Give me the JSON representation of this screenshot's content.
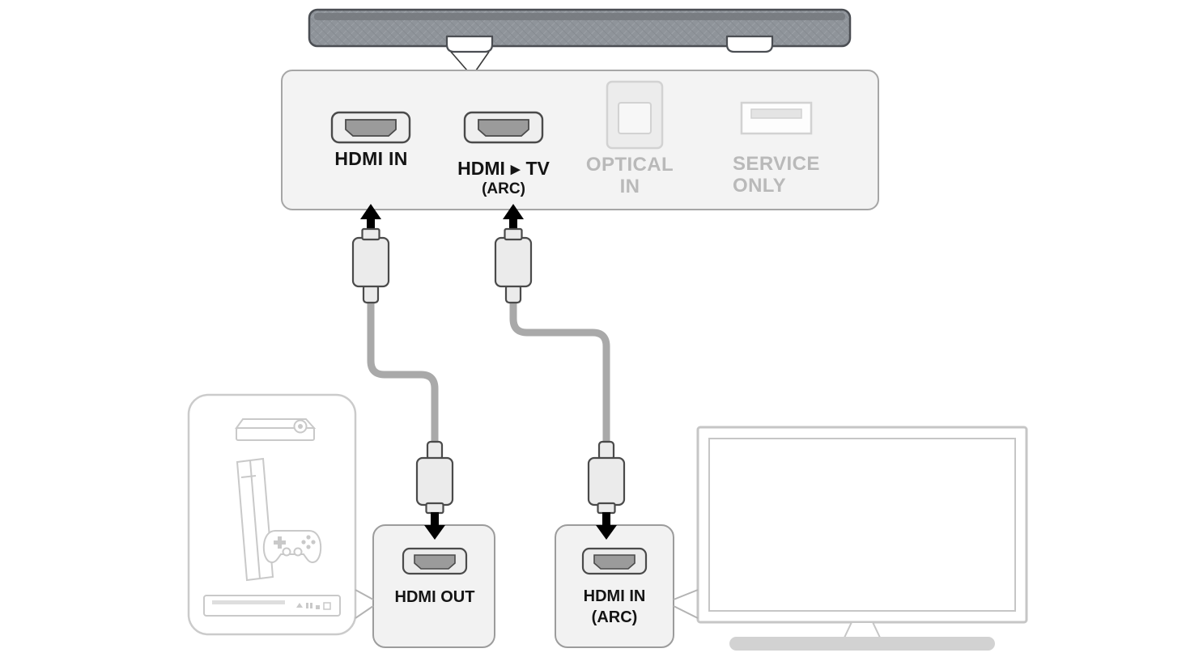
{
  "rear_panel": {
    "ports": {
      "hdmi_in": {
        "label": "HDMI IN"
      },
      "hdmi_tv_arc": {
        "label_left": "HDMI",
        "arrow_glyph": "▶",
        "label_right": "TV",
        "sub_label": "(ARC)"
      },
      "optical_in": {
        "label_line1": "OPTICAL",
        "label_line2": "IN"
      },
      "service_only": {
        "label_line1": "SERVICE",
        "label_line2": "ONLY"
      }
    }
  },
  "external_devices": {
    "source_box_port": {
      "label": "HDMI OUT"
    },
    "tv_port": {
      "label_line1": "HDMI IN",
      "label_line2": "(ARC)"
    }
  },
  "icons": {
    "soundbar": "soundbar",
    "hdmi_port": "hdmi-port",
    "optical_port": "optical-toslink-port",
    "usb_port": "usb-service-port",
    "hdmi_plug": "hdmi-cable-plug",
    "arrow_up": "arrow-up",
    "arrow_down": "arrow-down",
    "set_top_box": "set-top-box",
    "game_console": "game-console",
    "gamepad": "gamepad",
    "disc_player": "disc-player",
    "tv": "television"
  },
  "colors": {
    "background": "#ffffff",
    "panel_fill": "#f3f3f3",
    "panel_border": "#a6a6a6",
    "soundbar_fill": "#8f949a",
    "soundbar_border": "#4b4e53",
    "cable": "#a9a9a9",
    "plug_fill": "#ebebeb",
    "plug_border": "#4a4a4a",
    "port_inner": "#9b9b9b",
    "arrow": "#000000",
    "label_text": "#141414",
    "muted_label_text": "#b9b9b9",
    "device_outline": "#c9c9c9"
  }
}
